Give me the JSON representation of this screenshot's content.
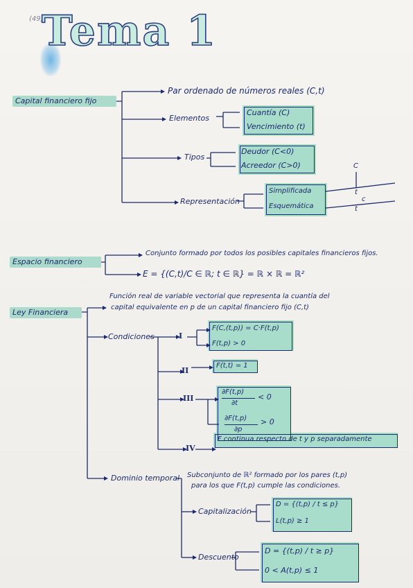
{
  "title": "Tema 1",
  "page_corner": "(49)",
  "capital": {
    "root": "Capital financiero fijo",
    "par": "Par ordenado de números reales (C,t)",
    "elementos": "Elementos",
    "cuantia": "Cuantía (C)",
    "vencimiento": "Vencimiento (t)",
    "tipos": "Tipos",
    "deudor": "Deudor (C<0)",
    "acreedor": "Acreedor (C>0)",
    "representacion": "Representación",
    "simplificada": "Simplificada",
    "esquematica": "Esquemática",
    "graph_c1": "C",
    "graph_t1": "t",
    "graph_c2": "c",
    "graph_t2": "t"
  },
  "espacio": {
    "root": "Espacio financiero",
    "def": "Conjunto formado por todos los posibles capitales financieros fijos.",
    "formula": "E = {(C,t)/C ∈ ℝ; t ∈ ℝ} = ℝ × ℝ = ℝ²"
  },
  "ley": {
    "root": "Ley Financiera",
    "def_line1": "Función real de variable vectorial que representa la cuantía del",
    "def_line2": "capital equivalente en p de un capital financiero fijo (C,t)",
    "condiciones": "Condiciones",
    "roman1": "I",
    "c1a": "F(C,(t,p)) = C·F(t,p)",
    "c1b": "F(t,p) > 0",
    "roman2": "II",
    "c2": "F(t,t) = 1",
    "roman3": "III",
    "c3a_num": "∂F(t,p)",
    "c3a_den": "∂t",
    "c3a_rel": "< 0",
    "c3b_num": "∂F(t,p)",
    "c3b_den": "∂p",
    "c3b_rel": "> 0",
    "roman4": "IV",
    "c4": "F continua respecto de t y p separadamente",
    "dominio": "Dominio temporal",
    "dominio_def1": "Subconjunto de ℝ² formado por los pares (t,p)",
    "dominio_def2": "para los que F(t,p) cumple las condiciones.",
    "capitalizacion": "Capitalización",
    "cap_a": "D = {(t,p) / t ≤ p}",
    "cap_b": "L(t,p) ≥ 1",
    "descuento": "Descuento",
    "desc_a": "D = {(t,p) / t ≥ p}",
    "desc_b": "0 < A(t,p) ≤ 1"
  }
}
